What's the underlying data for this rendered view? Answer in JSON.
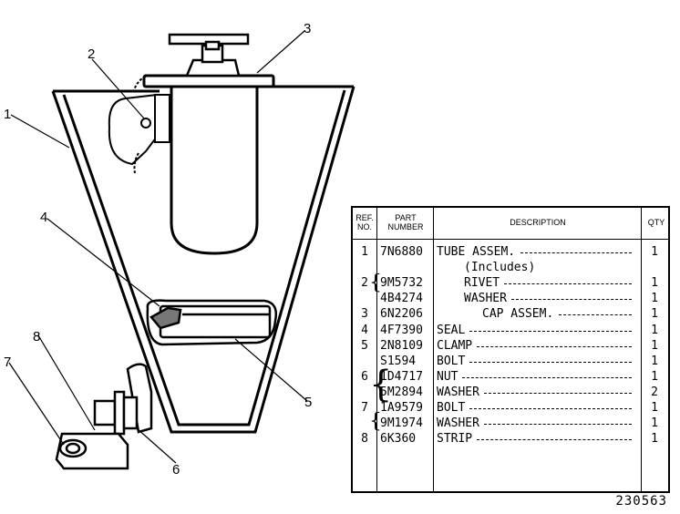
{
  "callouts": [
    "1",
    "2",
    "3",
    "4",
    "5",
    "6",
    "7",
    "8"
  ],
  "table": {
    "headers": {
      "ref": "REF. NO.",
      "part": "PART NUMBER",
      "desc": "DESCRIPTION",
      "qty": "QTY"
    },
    "rows": [
      {
        "ref": "1",
        "part": "7N6880",
        "desc": "TUBE ASSEM.",
        "qty": "1"
      },
      {
        "ref": "",
        "part": "",
        "desc": "(Includes)",
        "qty": ""
      },
      {
        "ref": "2",
        "part": "9M5732",
        "desc": "RIVET",
        "qty": "1"
      },
      {
        "ref": "",
        "part": "4B4274",
        "desc": "WASHER",
        "qty": "1"
      },
      {
        "ref": "3",
        "part": "6N2206",
        "desc": "CAP ASSEM.",
        "qty": "1"
      },
      {
        "ref": "4",
        "part": "4F7390",
        "desc": "SEAL",
        "qty": "1"
      },
      {
        "ref": "5",
        "part": "2N8109",
        "desc": "CLAMP",
        "qty": "1"
      },
      {
        "ref": "",
        "part": "S1594",
        "desc": "BOLT",
        "qty": "1"
      },
      {
        "ref": "6",
        "part": "1D4717",
        "desc": "NUT",
        "qty": "1"
      },
      {
        "ref": "",
        "part": "5M2894",
        "desc": "WASHER",
        "qty": "2"
      },
      {
        "ref": "7",
        "part": "1A9579",
        "desc": "BOLT",
        "qty": "1"
      },
      {
        "ref": "",
        "part": "9M1974",
        "desc": "WASHER",
        "qty": "1"
      },
      {
        "ref": "8",
        "part": "6K360",
        "desc": "STRIP",
        "qty": "1"
      }
    ]
  },
  "drawing_number": "230563"
}
